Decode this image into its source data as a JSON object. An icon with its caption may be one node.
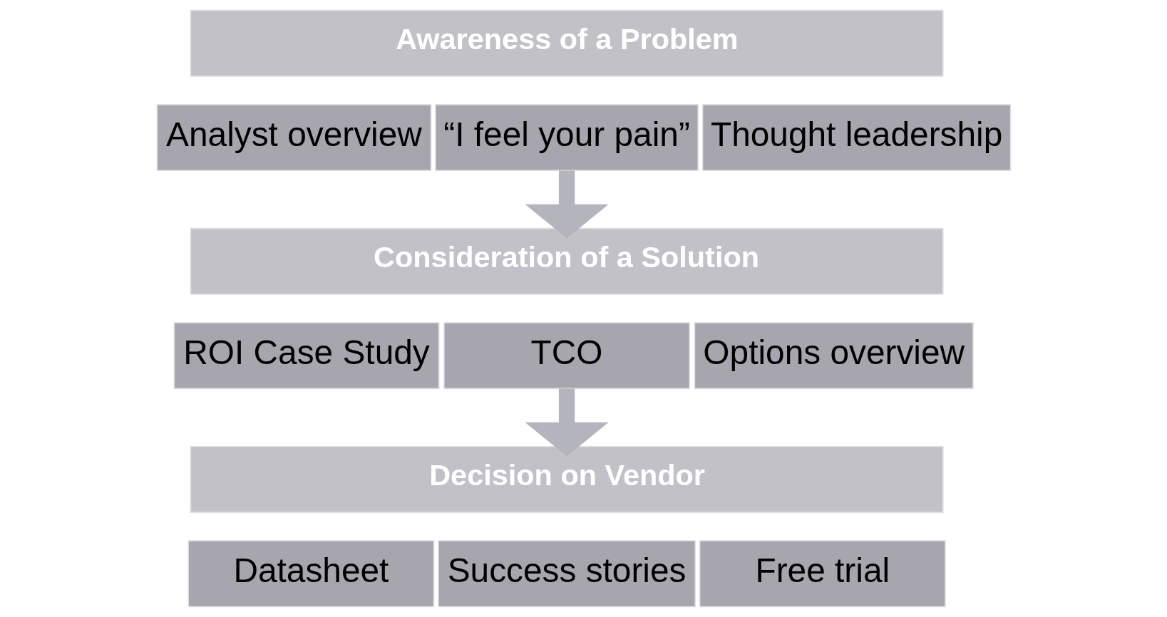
{
  "diagram": {
    "nodes": [
      {
        "text": [
          "Awareness of a Problem"
        ]
      },
      {
        "text": [
          "Analyst overview"
        ]
      },
      {
        "text": [
          "“I feel your pain”"
        ]
      },
      {
        "text": [
          "Thought leadership"
        ]
      },
      {
        "text": [
          "Consideration of a Solution"
        ]
      },
      {
        "text": [
          "ROI Case Study"
        ]
      },
      {
        "text": [
          "TCO"
        ]
      },
      {
        "text": [
          "Options overview"
        ]
      },
      {
        "text": [
          "Decision on Vendor"
        ]
      },
      {
        "text": [
          "Datasheet"
        ]
      },
      {
        "text": [
          "Success stories"
        ]
      },
      {
        "text": [
          "Free trial"
        ]
      }
    ],
    "edges": [
      {
        "from": 2,
        "to": 4,
        "arrow": "to"
      },
      {
        "from": 6,
        "to": 8,
        "arrow": "to"
      }
    ]
  }
}
